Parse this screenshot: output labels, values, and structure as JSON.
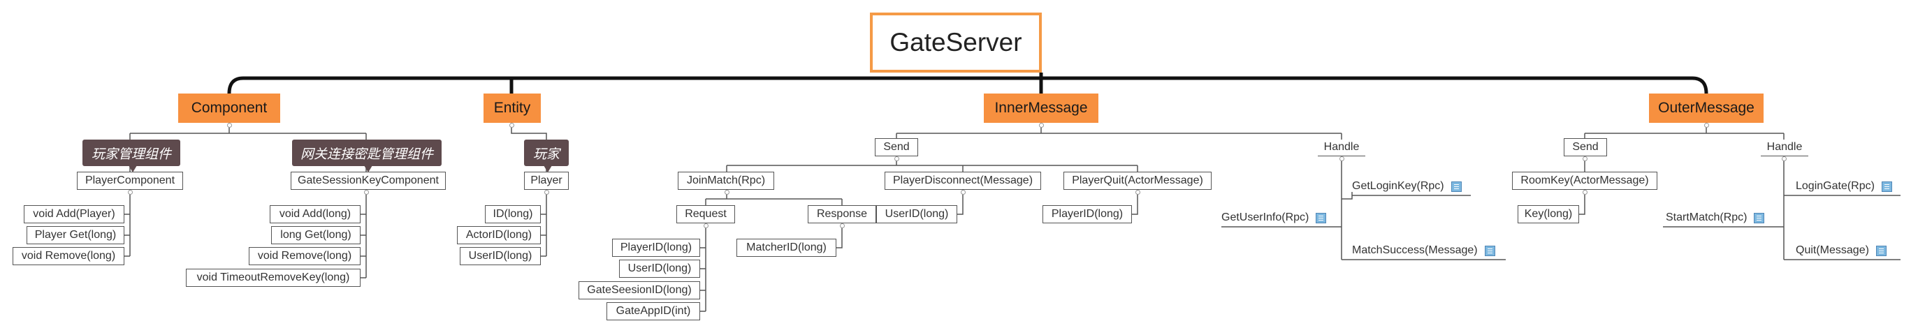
{
  "root": "GateServer",
  "component": {
    "label": "Component",
    "player_tag": "玩家管理组件",
    "session_tag": "网关连接密匙管理组件",
    "player_component": "PlayerComponent",
    "player_methods": [
      "void Add(Player)",
      "Player Get(long)",
      "void Remove(long)"
    ],
    "session_component": "GateSessionKeyComponent",
    "session_methods": [
      "void Add(long)",
      "long Get(long)",
      "void Remove(long)",
      "void TimeoutRemoveKey(long)"
    ]
  },
  "entity": {
    "label": "Entity",
    "tag": "玩家",
    "player": "Player",
    "fields": [
      "ID(long)",
      "ActorID(long)",
      "UserID(long)"
    ]
  },
  "inner": {
    "label": "InnerMessage",
    "send": "Send",
    "join_match": "JoinMatch(Rpc)",
    "request": "Request",
    "request_fields": [
      "PlayerID(long)",
      "UserID(long)",
      "GateSeesionID(long)",
      "GateAppID(int)"
    ],
    "response": "Response",
    "response_fields": [
      "MatcherID(long)"
    ],
    "player_disconnect": "PlayerDisconnect(Message)",
    "disconnect_fields": [
      "UserID(long)"
    ],
    "player_quit": "PlayerQuit(ActorMessage)",
    "quit_fields": [
      "PlayerID(long)"
    ],
    "handle": "Handle",
    "handle_items": [
      "GetLoginKey(Rpc)",
      "GetUserInfo(Rpc)",
      "MatchSuccess(Message)"
    ]
  },
  "outer": {
    "label": "OuterMessage",
    "send": "Send",
    "room_key": "RoomKey(ActorMessage)",
    "room_key_fields": [
      "Key(long)"
    ],
    "handle": "Handle",
    "handle_items": [
      "LoginGate(Rpc)",
      "StartMatch(Rpc)",
      "Quit(Message)"
    ]
  },
  "colors": {
    "root_border": "#f59a46",
    "main_fill": "#f7903f",
    "tag_fill": "#5e4a4d",
    "line": "#555555",
    "trunk": "#111111"
  }
}
